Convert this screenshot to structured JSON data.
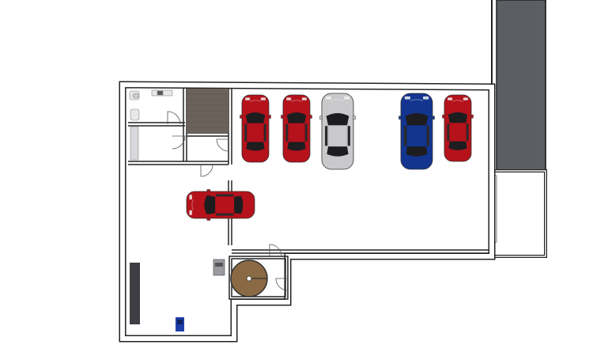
{
  "plan": {
    "colors": {
      "background": "#ffffff",
      "wall": "#222222",
      "wall_fill": "#ffffff",
      "facade": "#5c5e63",
      "floor_wood": "#6b625b",
      "turntable": "#8a6a44",
      "car_red": "#b5121b",
      "car_silver": "#c9c9cb",
      "car_blue": "#13358f",
      "shelf": "#3d3f44",
      "blue_item": "#1f3fa8"
    },
    "vehicles": [
      {
        "name": "parked-car-red-1",
        "color": "red",
        "orientation": "vertical"
      },
      {
        "name": "parked-car-red-2",
        "color": "red",
        "orientation": "vertical"
      },
      {
        "name": "parked-car-silver",
        "color": "silver",
        "orientation": "vertical"
      },
      {
        "name": "parked-car-blue",
        "color": "blue",
        "orientation": "vertical"
      },
      {
        "name": "parked-car-red-3",
        "color": "red",
        "orientation": "vertical"
      },
      {
        "name": "workshop-car-red",
        "color": "red",
        "orientation": "horizontal"
      }
    ]
  }
}
